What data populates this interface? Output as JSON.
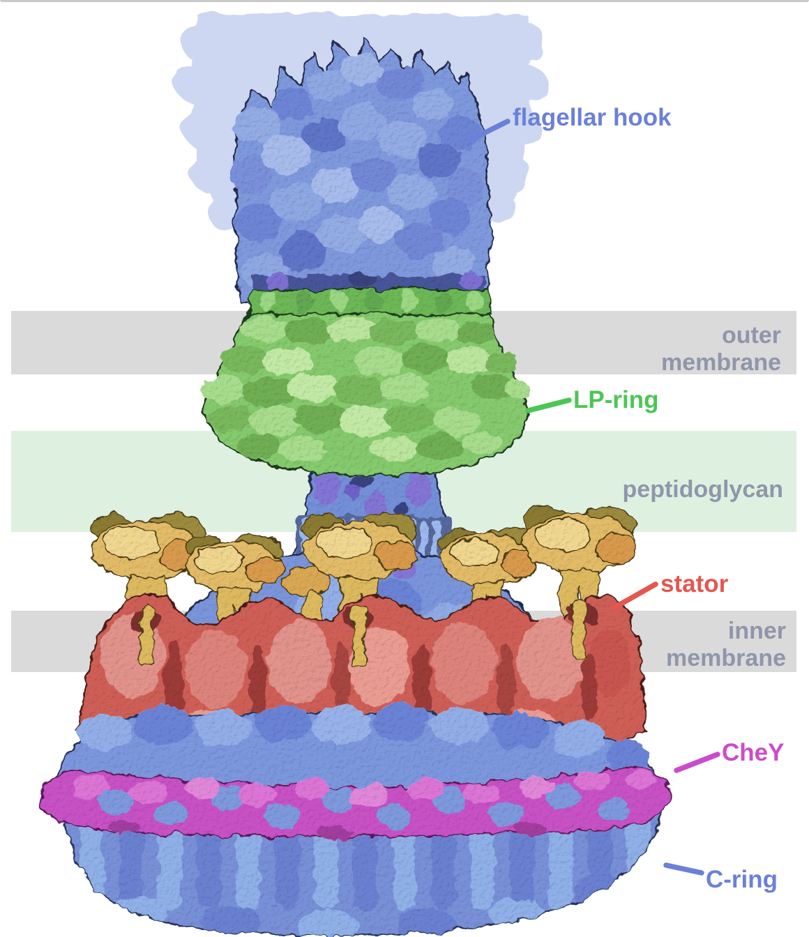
{
  "figure": {
    "callouts": {
      "flagellar_hook": {
        "label": "flagellar hook",
        "color": "#6b80d8"
      },
      "lp_ring": {
        "label": "LP-ring",
        "color": "#4bc655"
      },
      "stator": {
        "label": "stator",
        "color": "#e4564e"
      },
      "chey": {
        "label": "CheY",
        "color": "#cb4ccb"
      },
      "c_ring": {
        "label": "C-ring",
        "color": "#6b80d8"
      }
    },
    "membranes": {
      "outer": {
        "line1": "outer",
        "line2": "membrane",
        "band_color": "#dadada",
        "label_color": "#8f96aa"
      },
      "peptidoglycan": {
        "line1": "peptidoglycan",
        "band_color": "#def1e0",
        "label_color": "#8f96aa"
      },
      "inner": {
        "line1": "inner",
        "line2": "membrane",
        "band_color": "#dadada",
        "label_color": "#8f96aa"
      }
    },
    "structure_palette": {
      "hook_blue": "#7e99dd",
      "ghost_flagellum_blue": "#cdd7f2",
      "lp_ring_green": "#85ca6d",
      "rod_blue": "#7390d8",
      "rod_purple": "#8374d6",
      "stator_gold": "#e3bc67",
      "stator_olive": "#9d8b3c",
      "stator_red": "#cf5f57",
      "c_ring_blue": "#7b97de",
      "chey_magenta": "#c851c5"
    }
  }
}
